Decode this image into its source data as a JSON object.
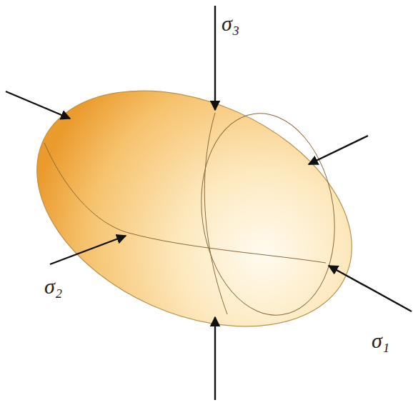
{
  "diagram": {
    "labels": [
      "σ₃",
      "σ₂",
      "σ₁"
    ]
  }
}
